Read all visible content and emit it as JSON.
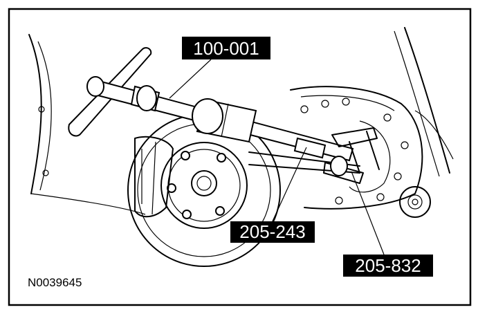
{
  "labels": {
    "tool_1": "100-001",
    "tool_2": "205-243",
    "tool_3": "205-832"
  },
  "figure_id": "N0039645",
  "colors": {
    "ink": "#000000",
    "paper": "#ffffff",
    "label_bg": "#000000",
    "label_text": "#ffffff"
  }
}
